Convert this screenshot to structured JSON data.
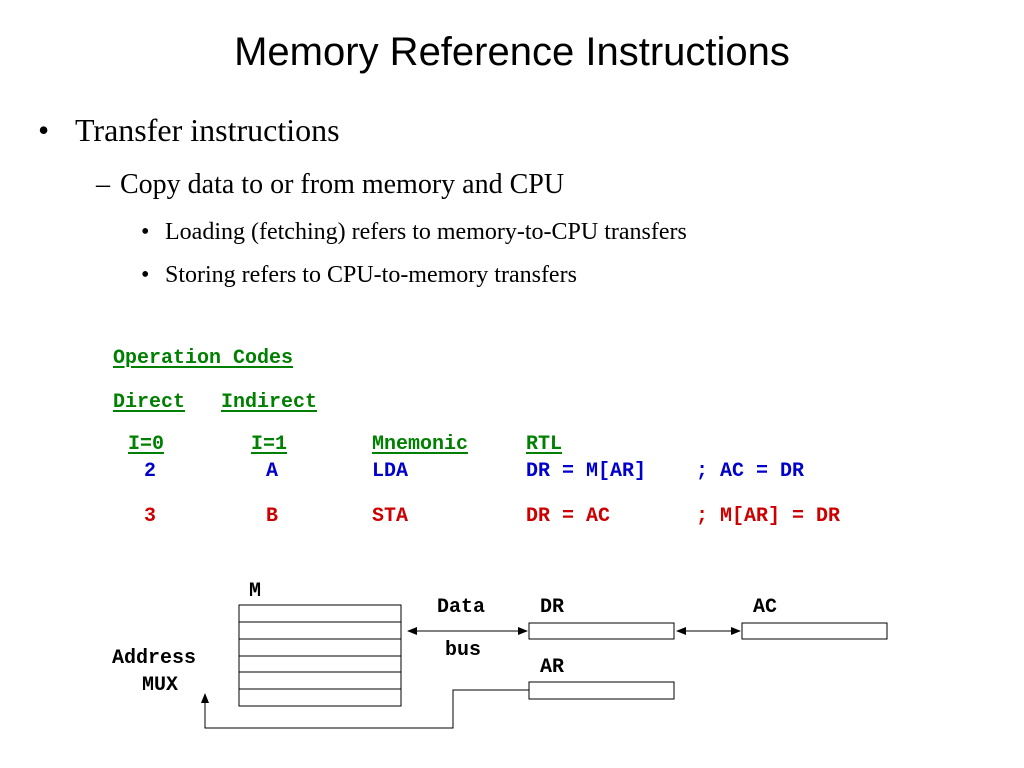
{
  "slide": {
    "title": "Memory Reference Instructions",
    "bullets": {
      "level1": "Transfer instructions",
      "level2": "Copy data to or from memory and CPU",
      "level3": [
        "Loading (fetching) refers to memory-to-CPU transfers",
        "Storing refers to CPU-to-memory transfers"
      ],
      "bullet_glyph": "•",
      "dash_glyph": "–"
    }
  },
  "table": {
    "heading": "Operation Codes",
    "subheadings": [
      "Direct",
      "Indirect"
    ],
    "columns": [
      "I=0",
      "I=1",
      "Mnemonic",
      "RTL"
    ],
    "rows": [
      {
        "direct": "2",
        "indirect": "A",
        "mnemonic": "LDA",
        "rtl1": "DR = M[AR]",
        "rtl2": "; AC = DR",
        "color": "#0000cc"
      },
      {
        "direct": "3",
        "indirect": "B",
        "mnemonic": "STA",
        "rtl1": "DR = AC",
        "rtl2": "; M[AR] = DR",
        "color": "#cc0000"
      }
    ],
    "header_color": "#008000"
  },
  "diagram": {
    "memory_label": "M",
    "data_label": "Data",
    "bus_label": "bus",
    "dr_label": "DR",
    "ac_label": "AC",
    "ar_label": "AR",
    "address_label": "Address",
    "mux_label": "MUX"
  }
}
